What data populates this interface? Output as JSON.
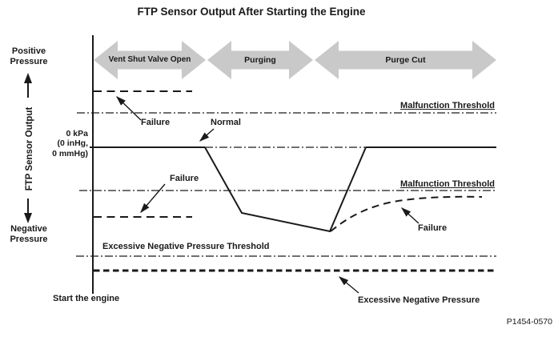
{
  "title": "FTP Sensor Output After Starting the Engine",
  "part_number": "P1454-0570",
  "y_axis": {
    "label": "FTP Sensor Output",
    "positive_label": "Positive\nPressure",
    "negative_label": "Negative\nPressure",
    "zero_label": "0 kPa\n(0 inHg,\n0 mmHg)"
  },
  "x_axis": {
    "start_label": "Start the engine"
  },
  "phases": [
    {
      "label": "Vent Shut Valve Open"
    },
    {
      "label": "Purging"
    },
    {
      "label": "Purge Cut"
    }
  ],
  "labels": {
    "failure_top": "Failure",
    "normal": "Normal",
    "failure_mid": "Failure",
    "failure_right": "Failure",
    "malfunction_threshold_upper": "Malfunction Threshold",
    "malfunction_threshold_lower": "Malfunction Threshold",
    "excessive_negative_pressure_threshold": "Excessive Negative Pressure Threshold",
    "excessive_negative_pressure": "Excessive Negative Pressure"
  },
  "traces": {
    "normal_trace": {
      "style": "solid",
      "path": "flat at 0 kPa during Vent Shut Valve Open, drops to negative pressure during Purging, returns to 0 kPa at Purge Cut"
    },
    "failure_trace_positive": {
      "style": "dashed",
      "path": "flat positive pressure above 0 kPa during Vent Shut Valve Open"
    },
    "failure_trace_negative_flat": {
      "style": "dashed",
      "path": "flat negative pressure during Vent Shut Valve Open"
    },
    "failure_trace_purge_cut": {
      "style": "dashed",
      "path": "rises from negative peak but flattens below malfunction threshold during Purge Cut"
    },
    "threshold_upper": {
      "style": "dash-dot",
      "meaning": "Malfunction Threshold (positive side)"
    },
    "threshold_lower": {
      "style": "dash-dot",
      "meaning": "Malfunction Threshold (negative side)"
    },
    "threshold_excessive": {
      "style": "dash-dot",
      "meaning": "Excessive Negative Pressure Threshold"
    },
    "excessive_negative_pressure_line": {
      "style": "heavy-dashed",
      "meaning": "Excessive Negative Pressure"
    }
  },
  "colors": {
    "line": "#1a1a1a",
    "phase_arrow_fill": "#c9c9c9",
    "background": "#ffffff"
  }
}
